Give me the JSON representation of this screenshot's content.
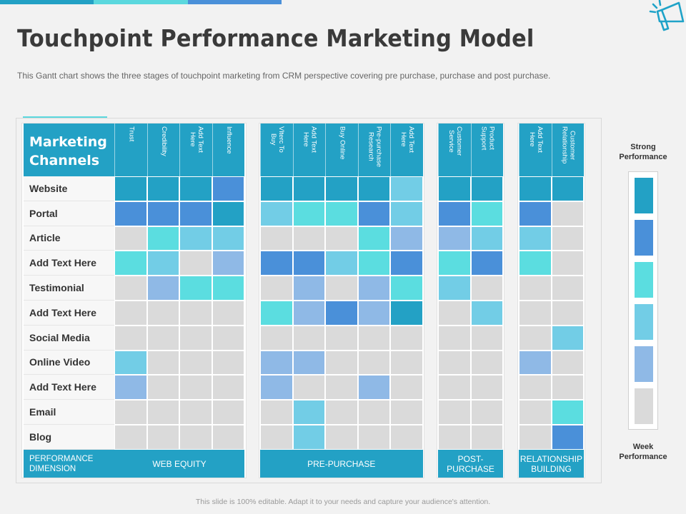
{
  "title": "Touchpoint Performance Marketing Model",
  "subtitle": "This Gantt chart shows the three stages of touchpoint marketing from CRM perspective covering  pre purchase,  purchase and post purchase.",
  "footer": "This slide is 100% editable. Adapt it to your needs and capture your audience's attention.",
  "icons": {
    "megaphone": "megaphone-icon"
  },
  "colors": {
    "topbar": [
      "#23a1c5",
      "#5bd8de",
      "#4a90d9"
    ],
    "header": "#23a1c5",
    "levels": [
      "#dadada",
      "#8fb9e6",
      "#72cde6",
      "#5bdde0",
      "#4a90d9",
      "#23a1c5"
    ]
  },
  "chart_data": {
    "type": "heatmap",
    "corner_label": "Marketing Channels",
    "rows": [
      "Website",
      "Portal",
      "Article",
      "Add  Text Here",
      "Testimonial",
      "Add  Text Here",
      "Social Media",
      "Online Video",
      "Add  Text Here",
      "Email",
      "Blog"
    ],
    "groups": [
      {
        "name": "WEB EQUITY",
        "columns": [
          "Trust",
          "Credibility",
          "Add Text\nHere",
          "Influence"
        ]
      },
      {
        "name": "PRE-PURCHASE",
        "columns": [
          "Vlterc To\nBuy",
          "Add Text\nHere",
          "Buy Online",
          "Pre-purchase\nResearch",
          "Add Text\nHere"
        ]
      },
      {
        "name": "POST-\nPURCHASE",
        "columns": [
          "Customer\nService",
          "Product\nSupport"
        ]
      },
      {
        "name": "RELATIONSHIP\nBUILDING",
        "columns": [
          "Add Text\nHere",
          "Customer\nRelationship"
        ]
      }
    ],
    "footer_label": "PERFORMANCE\nDIMENSION",
    "scale": "0 = week (lowest) … 5 = strong (highest)",
    "values": [
      [
        5,
        5,
        5,
        4,
        5,
        5,
        5,
        5,
        2,
        5,
        5,
        5,
        5
      ],
      [
        4,
        4,
        4,
        5,
        2,
        3,
        3,
        4,
        2,
        4,
        3,
        4,
        0
      ],
      [
        0,
        3,
        2,
        2,
        0,
        0,
        0,
        3,
        1,
        1,
        2,
        2,
        0
      ],
      [
        3,
        2,
        0,
        1,
        4,
        4,
        2,
        3,
        4,
        3,
        4,
        3,
        0
      ],
      [
        0,
        1,
        3,
        3,
        0,
        1,
        0,
        1,
        3,
        2,
        0,
        0,
        0
      ],
      [
        0,
        0,
        0,
        0,
        3,
        1,
        4,
        1,
        5,
        0,
        2,
        0,
        0
      ],
      [
        0,
        0,
        0,
        0,
        0,
        0,
        0,
        0,
        0,
        0,
        0,
        0,
        2
      ],
      [
        2,
        0,
        0,
        0,
        1,
        1,
        0,
        0,
        0,
        0,
        0,
        1,
        0
      ],
      [
        1,
        0,
        0,
        0,
        1,
        0,
        0,
        1,
        0,
        0,
        0,
        0,
        0
      ],
      [
        0,
        0,
        0,
        0,
        0,
        2,
        0,
        0,
        0,
        0,
        0,
        0,
        3
      ],
      [
        0,
        0,
        0,
        0,
        0,
        2,
        0,
        0,
        0,
        0,
        0,
        0,
        4
      ]
    ],
    "legend": {
      "top": "Strong\nPerformance",
      "bottom": "Week\nPerformance"
    }
  }
}
